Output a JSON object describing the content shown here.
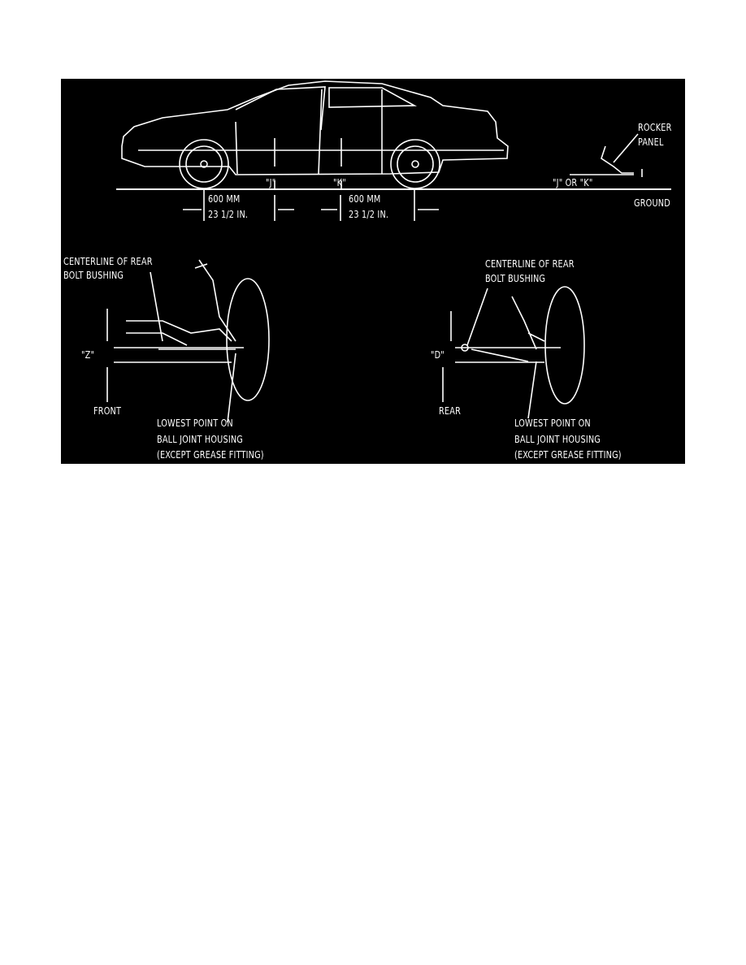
{
  "figure": {
    "top": {
      "label_j": "\"J\"",
      "label_k": "\"K\"",
      "dim1_mm": "600 MM",
      "dim1_in": "23 1/2 IN.",
      "dim2_mm": "600 MM",
      "dim2_in": "23 1/2 IN.",
      "rocker_1": "ROCKER",
      "rocker_2": "PANEL",
      "j_or_k": "\"J\" OR \"K\"",
      "ground": "GROUND"
    },
    "front": {
      "centerline_1": "CENTERLINE OF REAR",
      "centerline_2": "BOLT BUSHING",
      "label_z": "\"Z\"",
      "front": "FRONT",
      "lowest_1": "LOWEST POINT ON",
      "lowest_2": "BALL JOINT HOUSING",
      "lowest_3": "(EXCEPT GREASE FITTING)"
    },
    "rear": {
      "centerline_1": "CENTERLINE OF REAR",
      "centerline_2": "BOLT BUSHING",
      "label_d": "\"D\"",
      "rear": "REAR",
      "lowest_1": "LOWEST POINT ON",
      "lowest_2": "BALL JOINT HOUSING",
      "lowest_3": "(EXCEPT GREASE FITTING)"
    }
  }
}
